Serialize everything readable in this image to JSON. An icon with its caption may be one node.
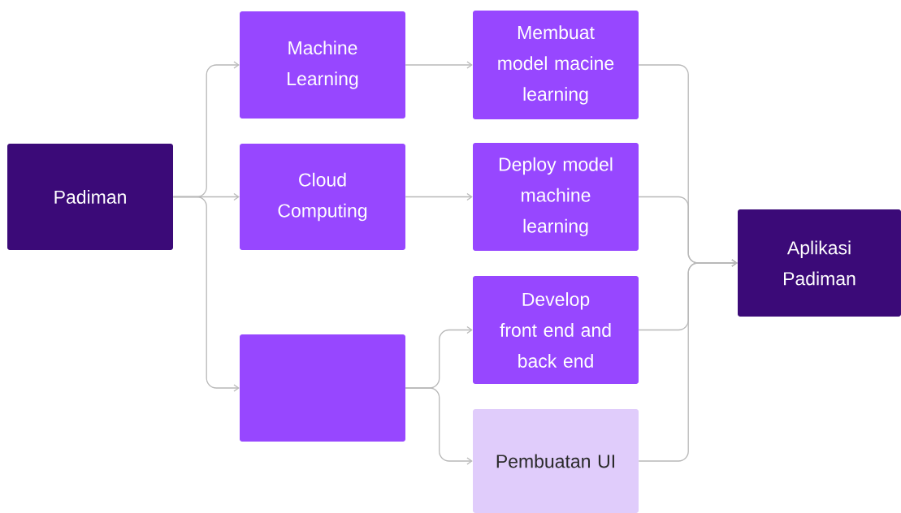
{
  "diagram": {
    "nodes": [
      {
        "text": [
          "Padiman"
        ]
      },
      {
        "text": [
          "Machine Learning"
        ]
      },
      {
        "text": [
          "Cloud Computing"
        ]
      },
      {
        "text": [],
        "shape": "box"
      },
      {
        "text": [
          "Membuat model macine learning"
        ]
      },
      {
        "text": [
          "Deploy model machine learning"
        ]
      },
      {
        "text": [
          "Develop front end and back end"
        ]
      },
      {
        "text": [
          "Pembuatan UI"
        ]
      },
      {
        "text": [
          "Aplikasi Padiman"
        ]
      }
    ],
    "edges": [
      {
        "from": 0,
        "to": 1,
        "arrow": "to"
      },
      {
        "from": 0,
        "to": 2,
        "arrow": "to"
      },
      {
        "from": 0,
        "to": 3,
        "arrow": "to"
      },
      {
        "from": 1,
        "to": 4,
        "arrow": "to"
      },
      {
        "from": 2,
        "to": 5,
        "arrow": "to"
      },
      {
        "from": 3,
        "to": 6,
        "arrow": "to"
      },
      {
        "from": 3,
        "to": 7,
        "arrow": "to"
      },
      {
        "from": 4,
        "to": 8,
        "arrow": "to"
      },
      {
        "from": 5,
        "to": 8,
        "arrow": "to"
      },
      {
        "from": 6,
        "to": 8,
        "arrow": "to"
      },
      {
        "from": 7,
        "to": 8,
        "arrow": "to"
      }
    ]
  }
}
